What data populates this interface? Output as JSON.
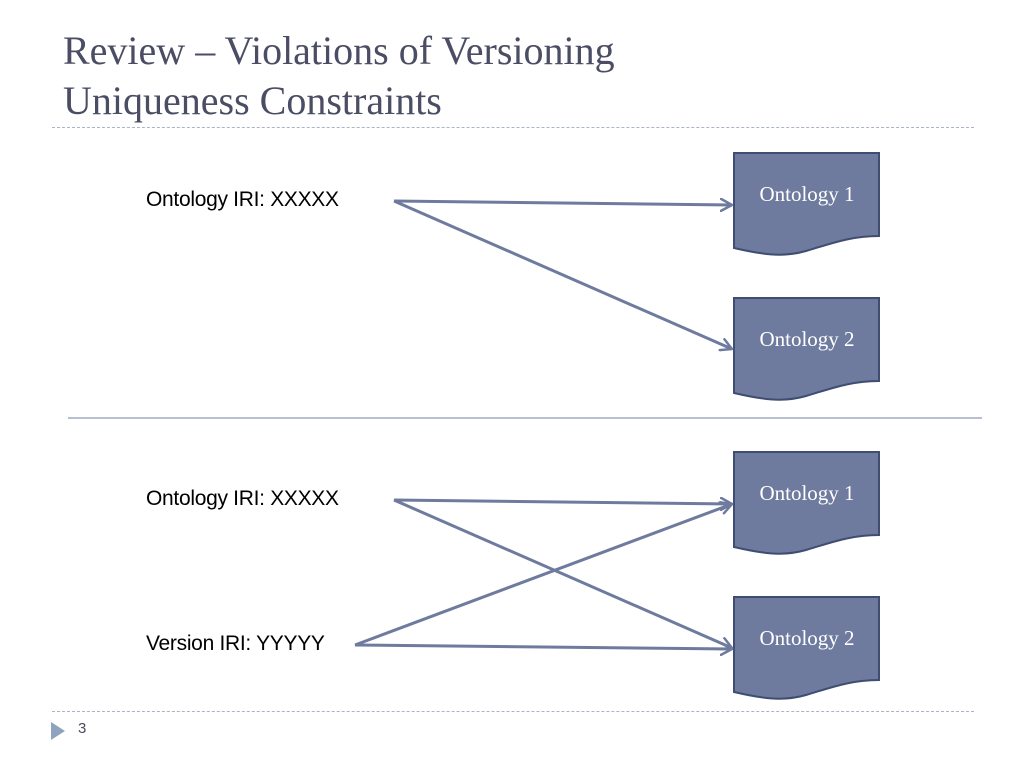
{
  "title": {
    "line1": "Review – Violations of Versioning",
    "line2": "Uniqueness Constraints"
  },
  "top_section": {
    "ontology_iri_label": "Ontology IRI: XXXXX",
    "doc1_label": "Ontology 1",
    "doc2_label": "Ontology 2"
  },
  "bottom_section": {
    "ontology_iri_label": "Ontology IRI: XXXXX",
    "version_iri_label": "Version IRI: YYYYY",
    "doc1_label": "Ontology 1",
    "doc2_label": "Ontology 2"
  },
  "footer": {
    "page_number": "3",
    "bullet_icon": "triangle-right-icon"
  },
  "colors": {
    "title": "#4a4d63",
    "document_fill": "#6e7b9e",
    "document_stroke": "#3f4d73",
    "arrow": "#6e7b9e",
    "divider": "#b6c0d0",
    "dashed_rule": "#a9b5c6",
    "bullet": "#8fa3bf"
  }
}
